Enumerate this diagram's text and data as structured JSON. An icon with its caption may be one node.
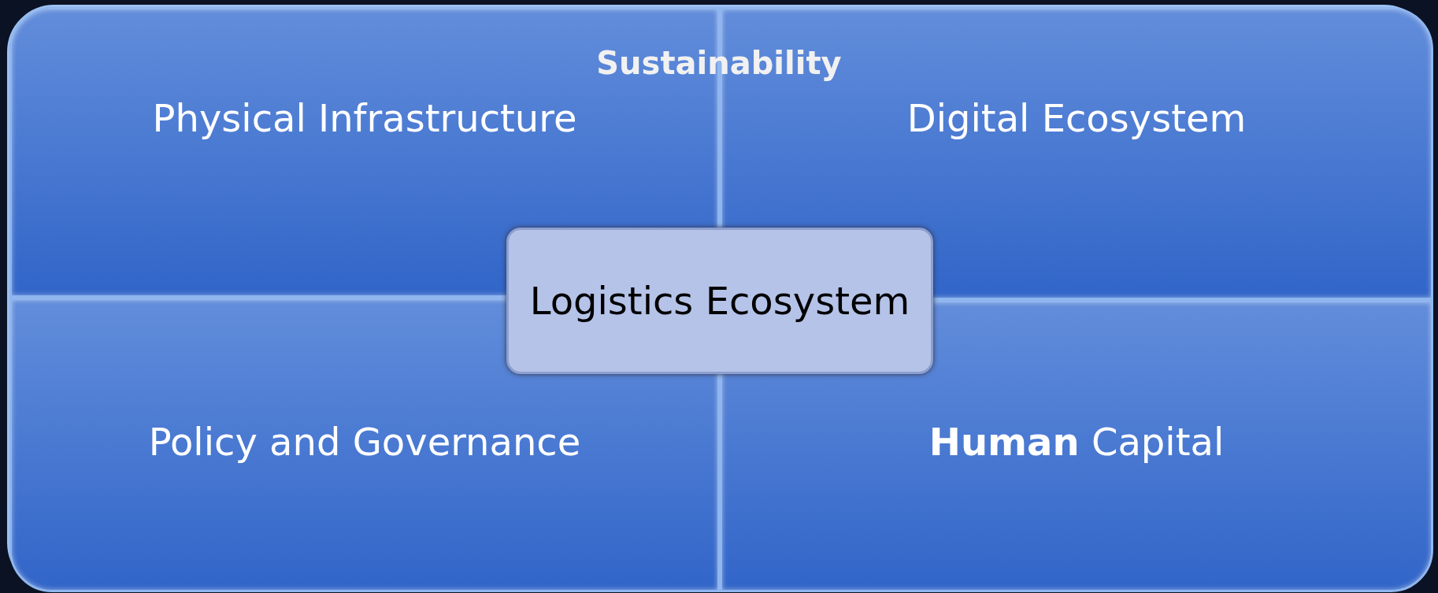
{
  "diagram": {
    "nodes": [
      {
        "text": [
          "Sustainability"
        ]
      },
      {
        "text": [
          "Physical Infrastructure"
        ],
        "in": 0
      },
      {
        "text": [
          "Digital Ecosystem"
        ],
        "in": 0
      },
      {
        "text": [
          "Policy and Governance"
        ],
        "in": 0
      },
      {
        "text": [
          "**Human** Capital"
        ],
        "in": 0
      },
      {
        "text": [
          "Logistics Ecosystem"
        ],
        "in": 0
      }
    ]
  }
}
